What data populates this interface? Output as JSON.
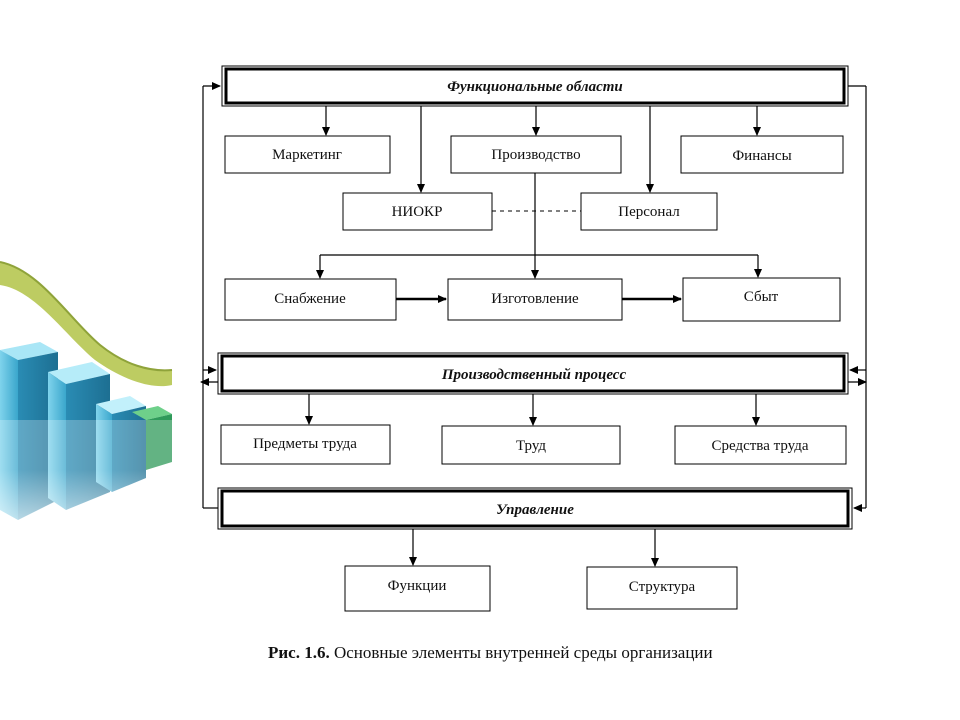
{
  "diagram": {
    "headers": {
      "functional_areas": "Функциональные области",
      "production_process": "Производственный процесс",
      "management": "Управление"
    },
    "boxes": {
      "marketing": "Маркетинг",
      "production": "Производство",
      "finance": "Финансы",
      "rnd": "НИОКР",
      "personnel": "Персонал",
      "supply": "Снабжение",
      "manufacturing": "Изготовление",
      "sales": "Сбыт",
      "objects_of_labor": "Предметы труда",
      "labor": "Труд",
      "means_of_labor": "Средства труда",
      "functions": "Функции",
      "structure": "Структура"
    }
  },
  "caption": {
    "number": "Рис. 1.6.",
    "text": "Основные элементы внутренней среды организации"
  }
}
